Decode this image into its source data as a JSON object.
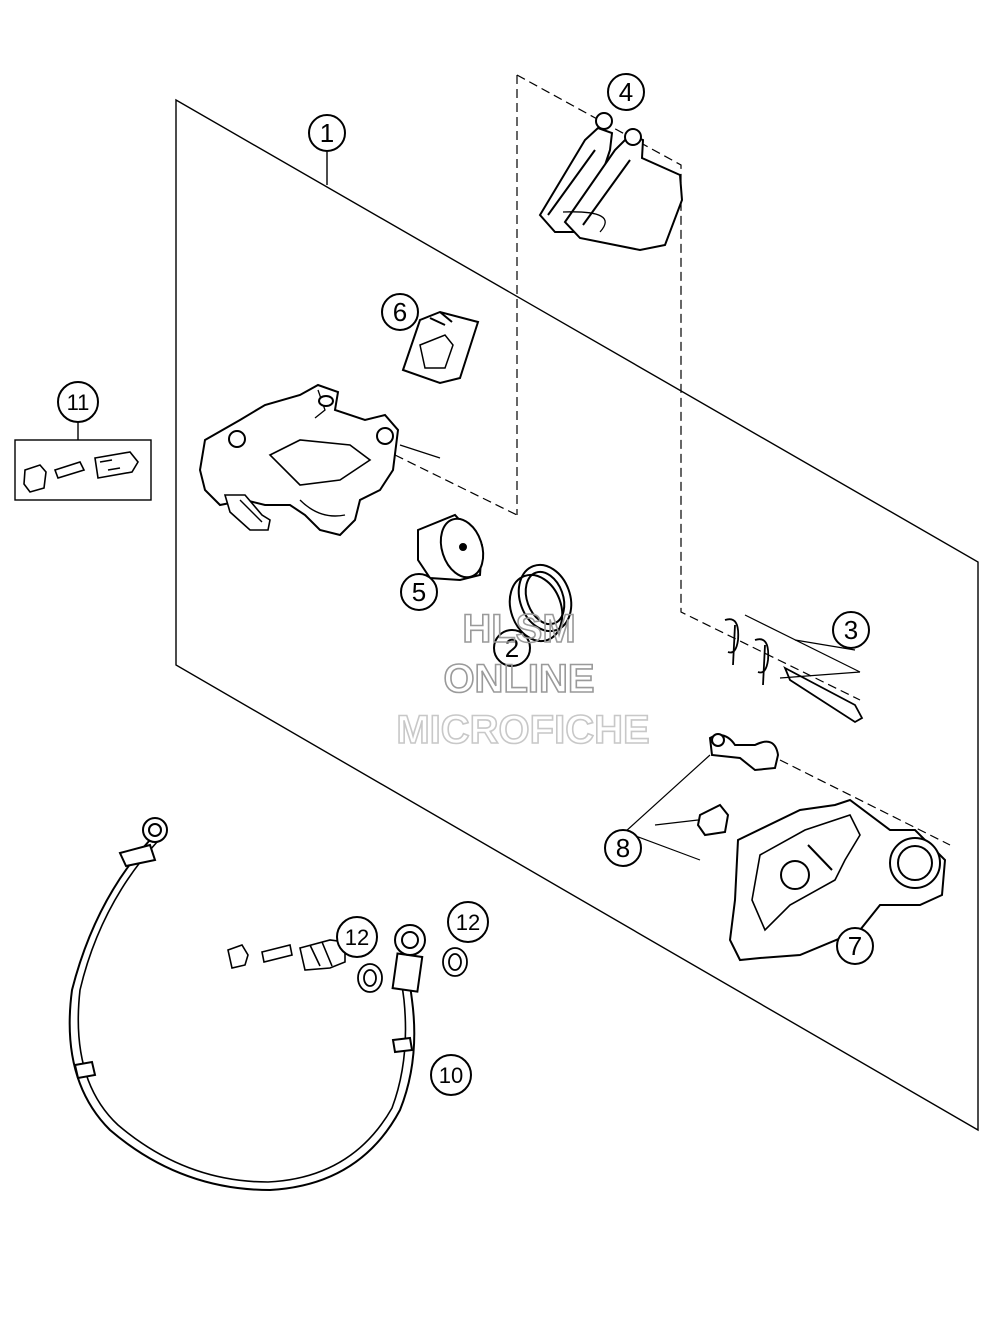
{
  "diagram": {
    "callouts": {
      "c1": "1",
      "c2": "2",
      "c3": "3",
      "c4": "4",
      "c5": "5",
      "c6": "6",
      "c7": "7",
      "c8": "8",
      "c10": "10",
      "c11": "11",
      "c12a": "12",
      "c12b": "12"
    },
    "watermark": {
      "line1": "HLSM",
      "line2": "ONLINE",
      "line3": "MICROFICHE"
    }
  }
}
